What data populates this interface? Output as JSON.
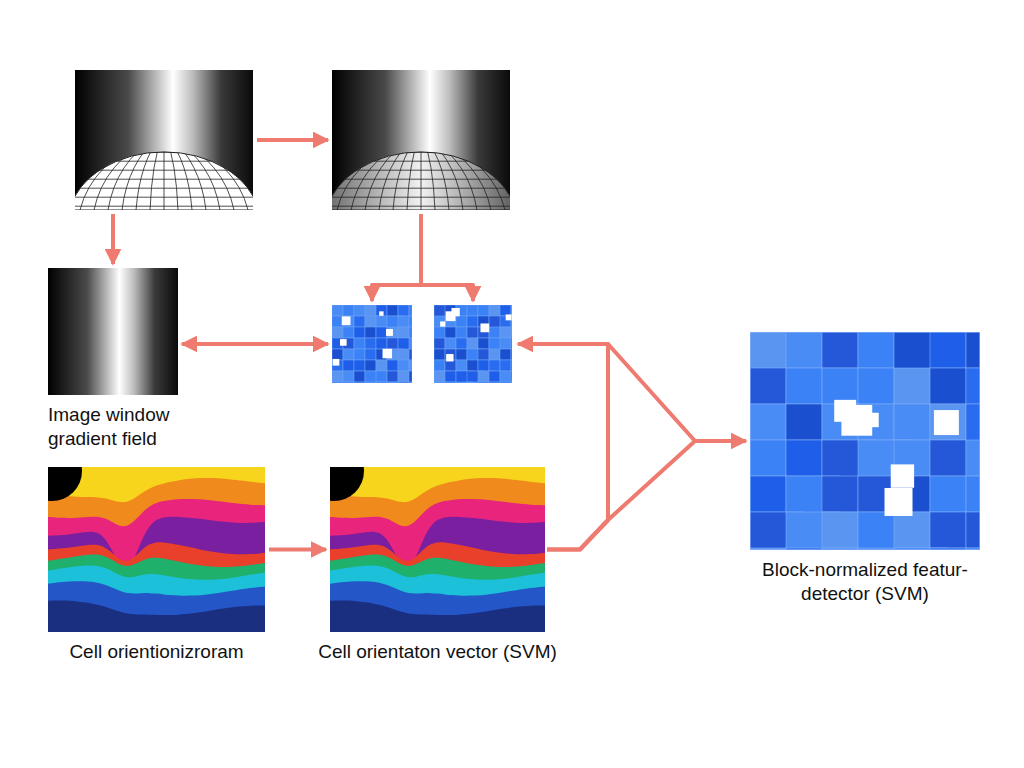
{
  "diagram": {
    "nodes": [
      {
        "text": []
      },
      {
        "text": []
      },
      {
        "text": [
          "Image window gradient field"
        ]
      },
      {
        "text": []
      },
      {
        "text": []
      },
      {
        "text": [
          "Cell orientionizroram"
        ]
      },
      {
        "text": [
          "Cell orientaton vector (SVM)"
        ]
      },
      {
        "text": [
          "Block-normalized featur- detector (SVM)"
        ]
      }
    ],
    "edges": [
      {
        "from": 0,
        "to": 1,
        "arrow": "to"
      },
      {
        "from": 0,
        "to": 2,
        "arrow": "to"
      },
      {
        "from": 1,
        "to": 3,
        "arrow": "to"
      },
      {
        "from": 1,
        "to": 4,
        "arrow": "to"
      },
      {
        "from": 2,
        "to": 3,
        "arrow": "both"
      },
      {
        "from": 5,
        "to": 6,
        "arrow": "to"
      },
      {
        "from": 6,
        "to": 4,
        "arrow": "to"
      },
      {
        "from": 6,
        "to": 7,
        "arrow": "to"
      }
    ]
  }
}
